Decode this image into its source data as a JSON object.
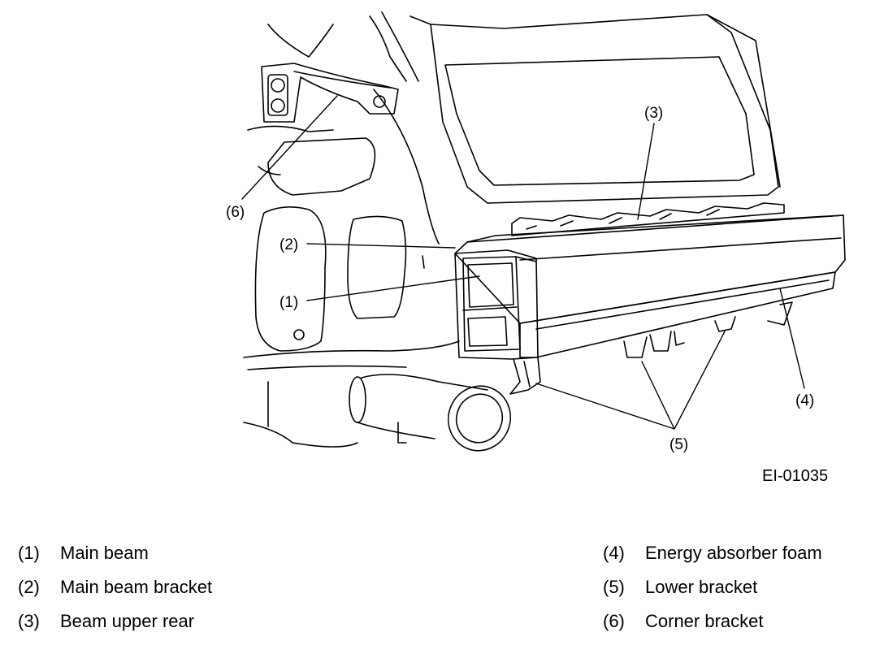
{
  "callouts": {
    "c1": "(1)",
    "c2": "(2)",
    "c3": "(3)",
    "c4": "(4)",
    "c5": "(5)",
    "c6": "(6)"
  },
  "figure_id": "EI-01035",
  "legend": {
    "left": [
      {
        "num": "(1)",
        "label": "Main beam"
      },
      {
        "num": "(2)",
        "label": "Main beam bracket"
      },
      {
        "num": "(3)",
        "label": "Beam upper rear"
      }
    ],
    "right": [
      {
        "num": "(4)",
        "label": "Energy absorber foam"
      },
      {
        "num": "(5)",
        "label": "Lower bracket"
      },
      {
        "num": "(6)",
        "label": "Corner bracket"
      }
    ]
  }
}
